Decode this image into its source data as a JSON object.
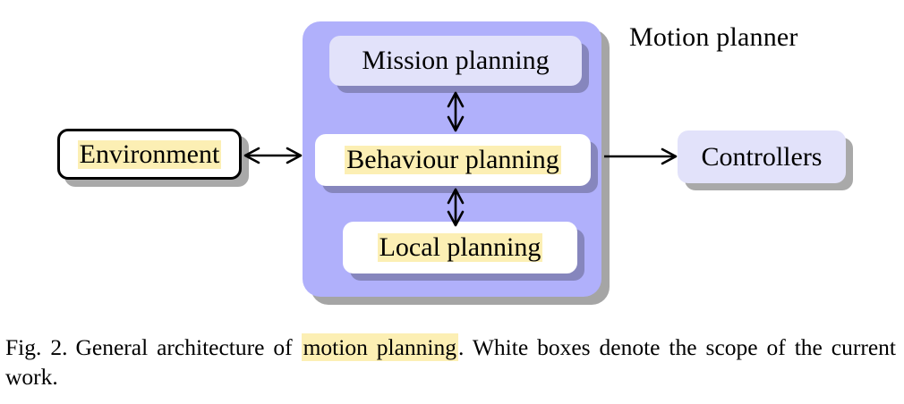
{
  "figure": {
    "number_label": "Fig. 2.",
    "caption_part1": "General architecture of ",
    "caption_highlight": "motion planning",
    "caption_part2": ". White boxes denote the scope of the current work."
  },
  "diagram": {
    "container_label": "Motion planner",
    "nodes": [
      {
        "id": "environment",
        "label": "Environment",
        "style": "white-black-border",
        "highlighted": true
      },
      {
        "id": "mission-planning",
        "label": "Mission planning",
        "style": "lavender",
        "highlighted": false
      },
      {
        "id": "behaviour-planning",
        "label": "Behaviour planning",
        "style": "white",
        "highlighted": true
      },
      {
        "id": "local-planning",
        "label": "Local planning",
        "style": "white",
        "highlighted": true
      },
      {
        "id": "controllers",
        "label": "Controllers",
        "style": "lavender",
        "highlighted": false
      }
    ],
    "edges": [
      {
        "from": "environment",
        "to": "behaviour-planning",
        "kind": "bidirectional",
        "orientation": "horizontal"
      },
      {
        "from": "mission-planning",
        "to": "behaviour-planning",
        "kind": "bidirectional",
        "orientation": "vertical"
      },
      {
        "from": "behaviour-planning",
        "to": "local-planning",
        "kind": "bidirectional",
        "orientation": "vertical"
      },
      {
        "from": "behaviour-planning",
        "to": "controllers",
        "kind": "unidirectional",
        "orientation": "horizontal"
      }
    ],
    "colors": {
      "container_fill": "#b0b0fb",
      "lavender_box_fill": "#e2e2fa",
      "white_box_fill": "#ffffff",
      "highlight_yellow": "#fcefb4",
      "shadow_gray": "#a0a0a0",
      "shadow_violet": "#7f7fb2",
      "stroke": "#000000"
    }
  }
}
